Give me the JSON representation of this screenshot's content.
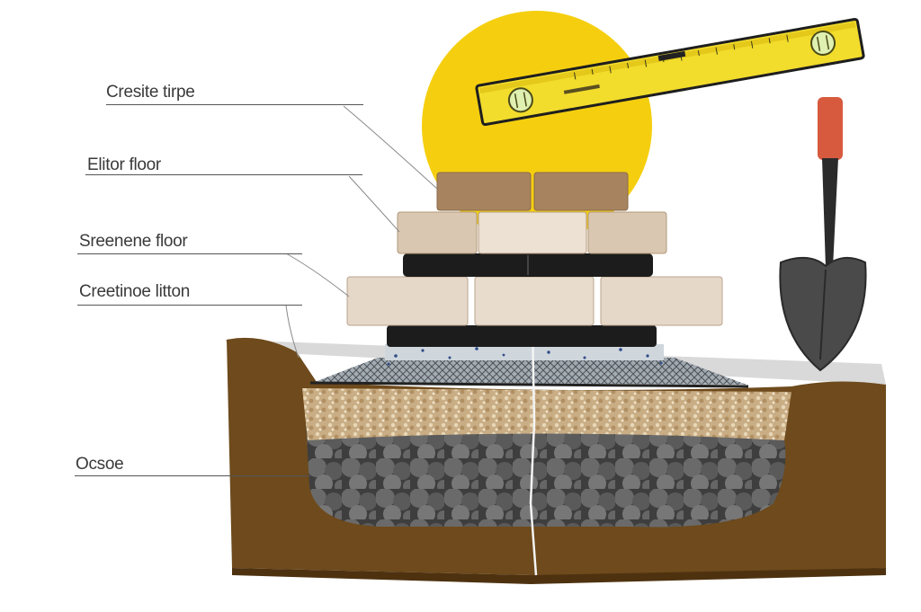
{
  "labels": {
    "layer1": "Cresite tirpe",
    "layer2": "Elitor floor",
    "layer3": "Sreenene floor",
    "layer4": "Creetinoe litton",
    "layer5": "Ocsoe"
  },
  "colors": {
    "sun": "#f5cf0f",
    "level": "#f2dc2c",
    "soil": "#6e4a1c",
    "sand": "#cdb38c",
    "gravel": "#5c5c5c",
    "brick_dark": "#a7845f",
    "brick_light": "#e6d8c8",
    "rubber": "#1c1c1c",
    "shovel_blade": "#4a4a4a",
    "shovel_grip": "#d75a3f"
  },
  "icons": {
    "level_tool": "spirit-level-icon",
    "shovel_tool": "shovel-icon",
    "sun": "sun-circle"
  }
}
